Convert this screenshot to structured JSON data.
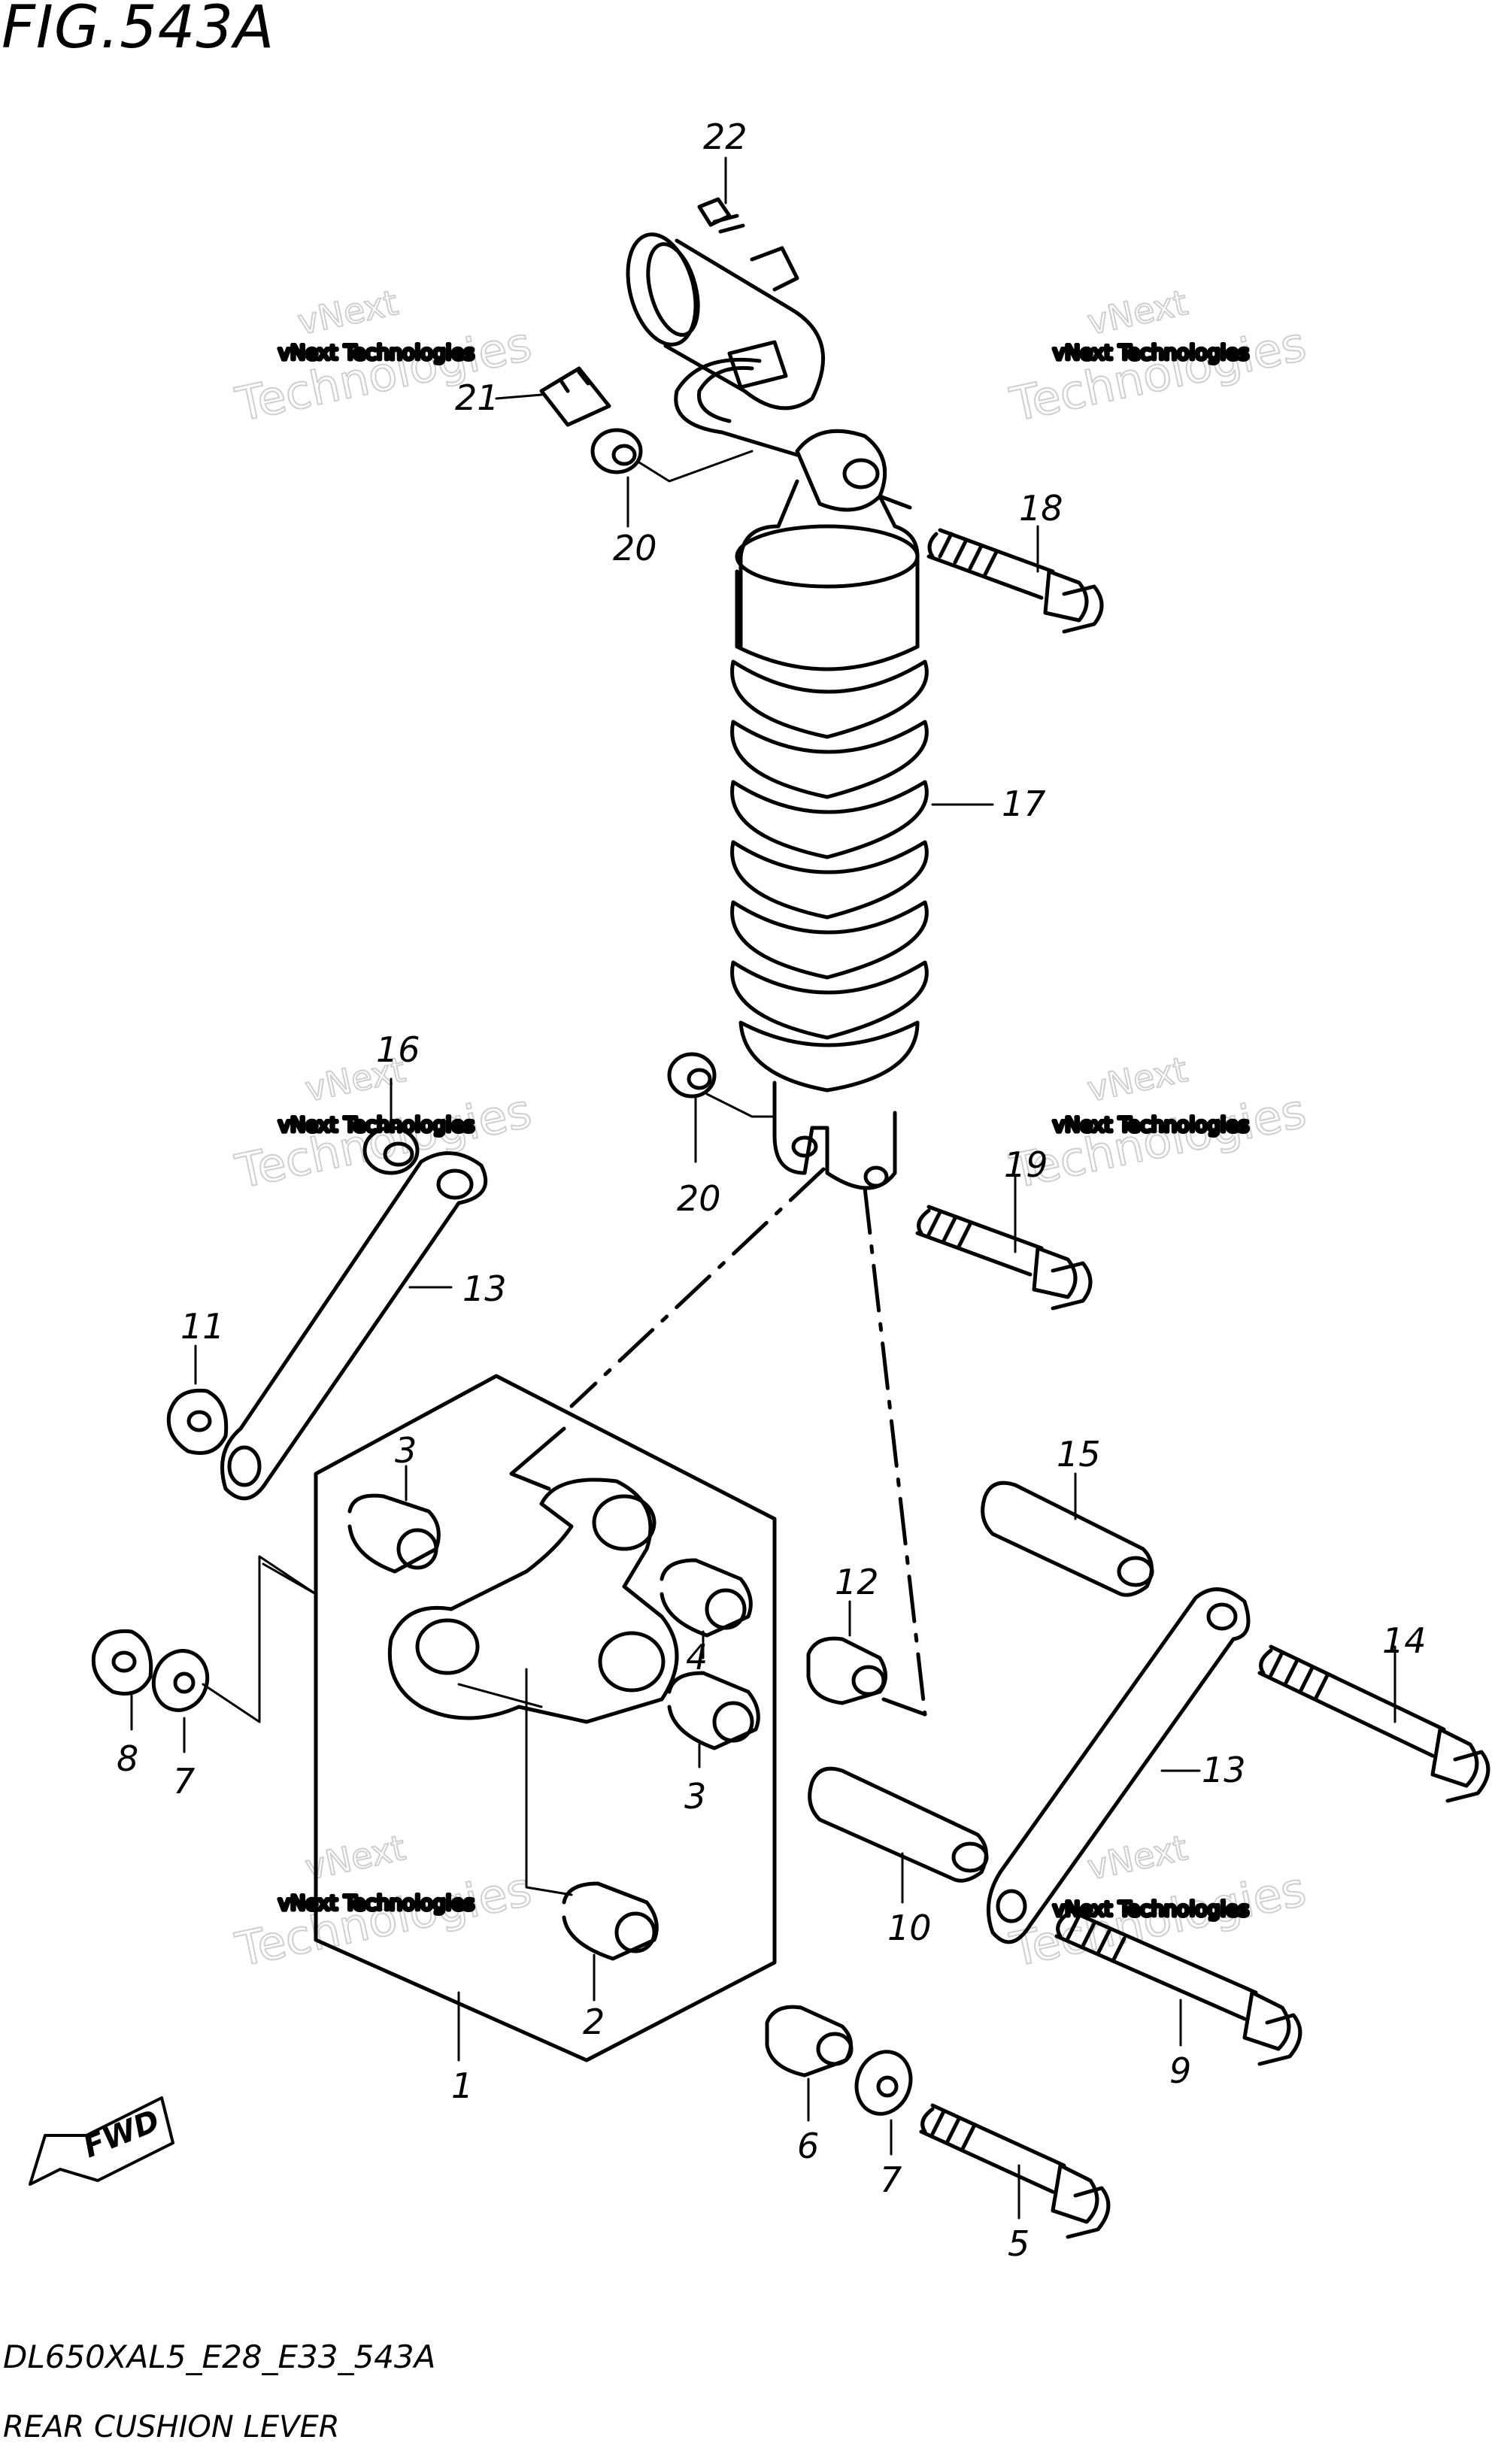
{
  "figure": {
    "title": "FIG.543A",
    "model_code": "DL650XAL5_E28_E33_543A",
    "caption": "REAR CUSHION LEVER",
    "fwd_label": "FWD"
  },
  "watermark": {
    "line_small": "vNext Technologies",
    "line_next": "vNext",
    "line_big": "Technologies"
  },
  "callouts": [
    "1",
    "2",
    "3",
    "3",
    "4",
    "5",
    "6",
    "7",
    "7",
    "8",
    "9",
    "10",
    "11",
    "12",
    "13",
    "13",
    "14",
    "15",
    "16",
    "17",
    "18",
    "19",
    "20",
    "20",
    "21",
    "22"
  ],
  "colors": {
    "line": "#000000",
    "background": "#ffffff",
    "watermark": "#cfcfcf"
  }
}
